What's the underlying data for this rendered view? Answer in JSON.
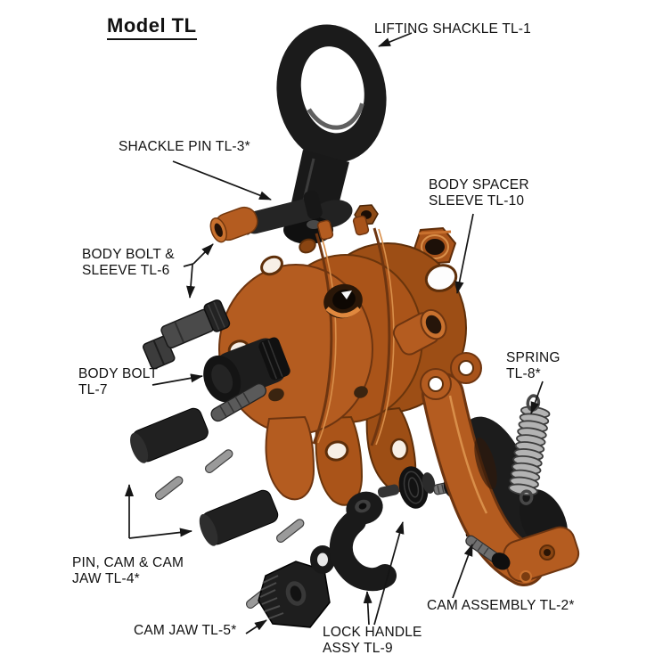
{
  "title": "Model TL",
  "labels": {
    "lifting_shackle": {
      "lines": [
        "LIFTING SHACKLE TL-1"
      ]
    },
    "shackle_pin": {
      "lines": [
        "SHACKLE PIN TL-3*"
      ]
    },
    "body_spacer_sleeve": {
      "lines": [
        "BODY SPACER",
        "SLEEVE TL-10"
      ]
    },
    "body_bolt_sleeve": {
      "lines": [
        "BODY BOLT &",
        "SLEEVE TL-6"
      ]
    },
    "body_bolt": {
      "lines": [
        "BODY BOLT",
        "TL-7"
      ]
    },
    "spring": {
      "lines": [
        "SPRING",
        "TL-8*"
      ]
    },
    "pin_cam_jaw": {
      "lines": [
        "PIN, CAM & CAM",
        "JAW TL-4*"
      ]
    },
    "cam_jaw": {
      "lines": [
        "CAM JAW TL-5*"
      ]
    },
    "lock_handle": {
      "lines": [
        "LOCK HANDLE",
        "ASSY TL-9"
      ]
    },
    "cam_assembly": {
      "lines": [
        "CAM ASSEMBLY TL-2*"
      ]
    }
  },
  "colors": {
    "background": "#ffffff",
    "text": "#111111",
    "copper": "#b45c20",
    "copper_mid": "#a8531a",
    "copper_dark": "#6e3510",
    "copper_light": "#d98f4a",
    "black_part": "#1c1c1c",
    "gray_part": "#9a9a9a"
  }
}
